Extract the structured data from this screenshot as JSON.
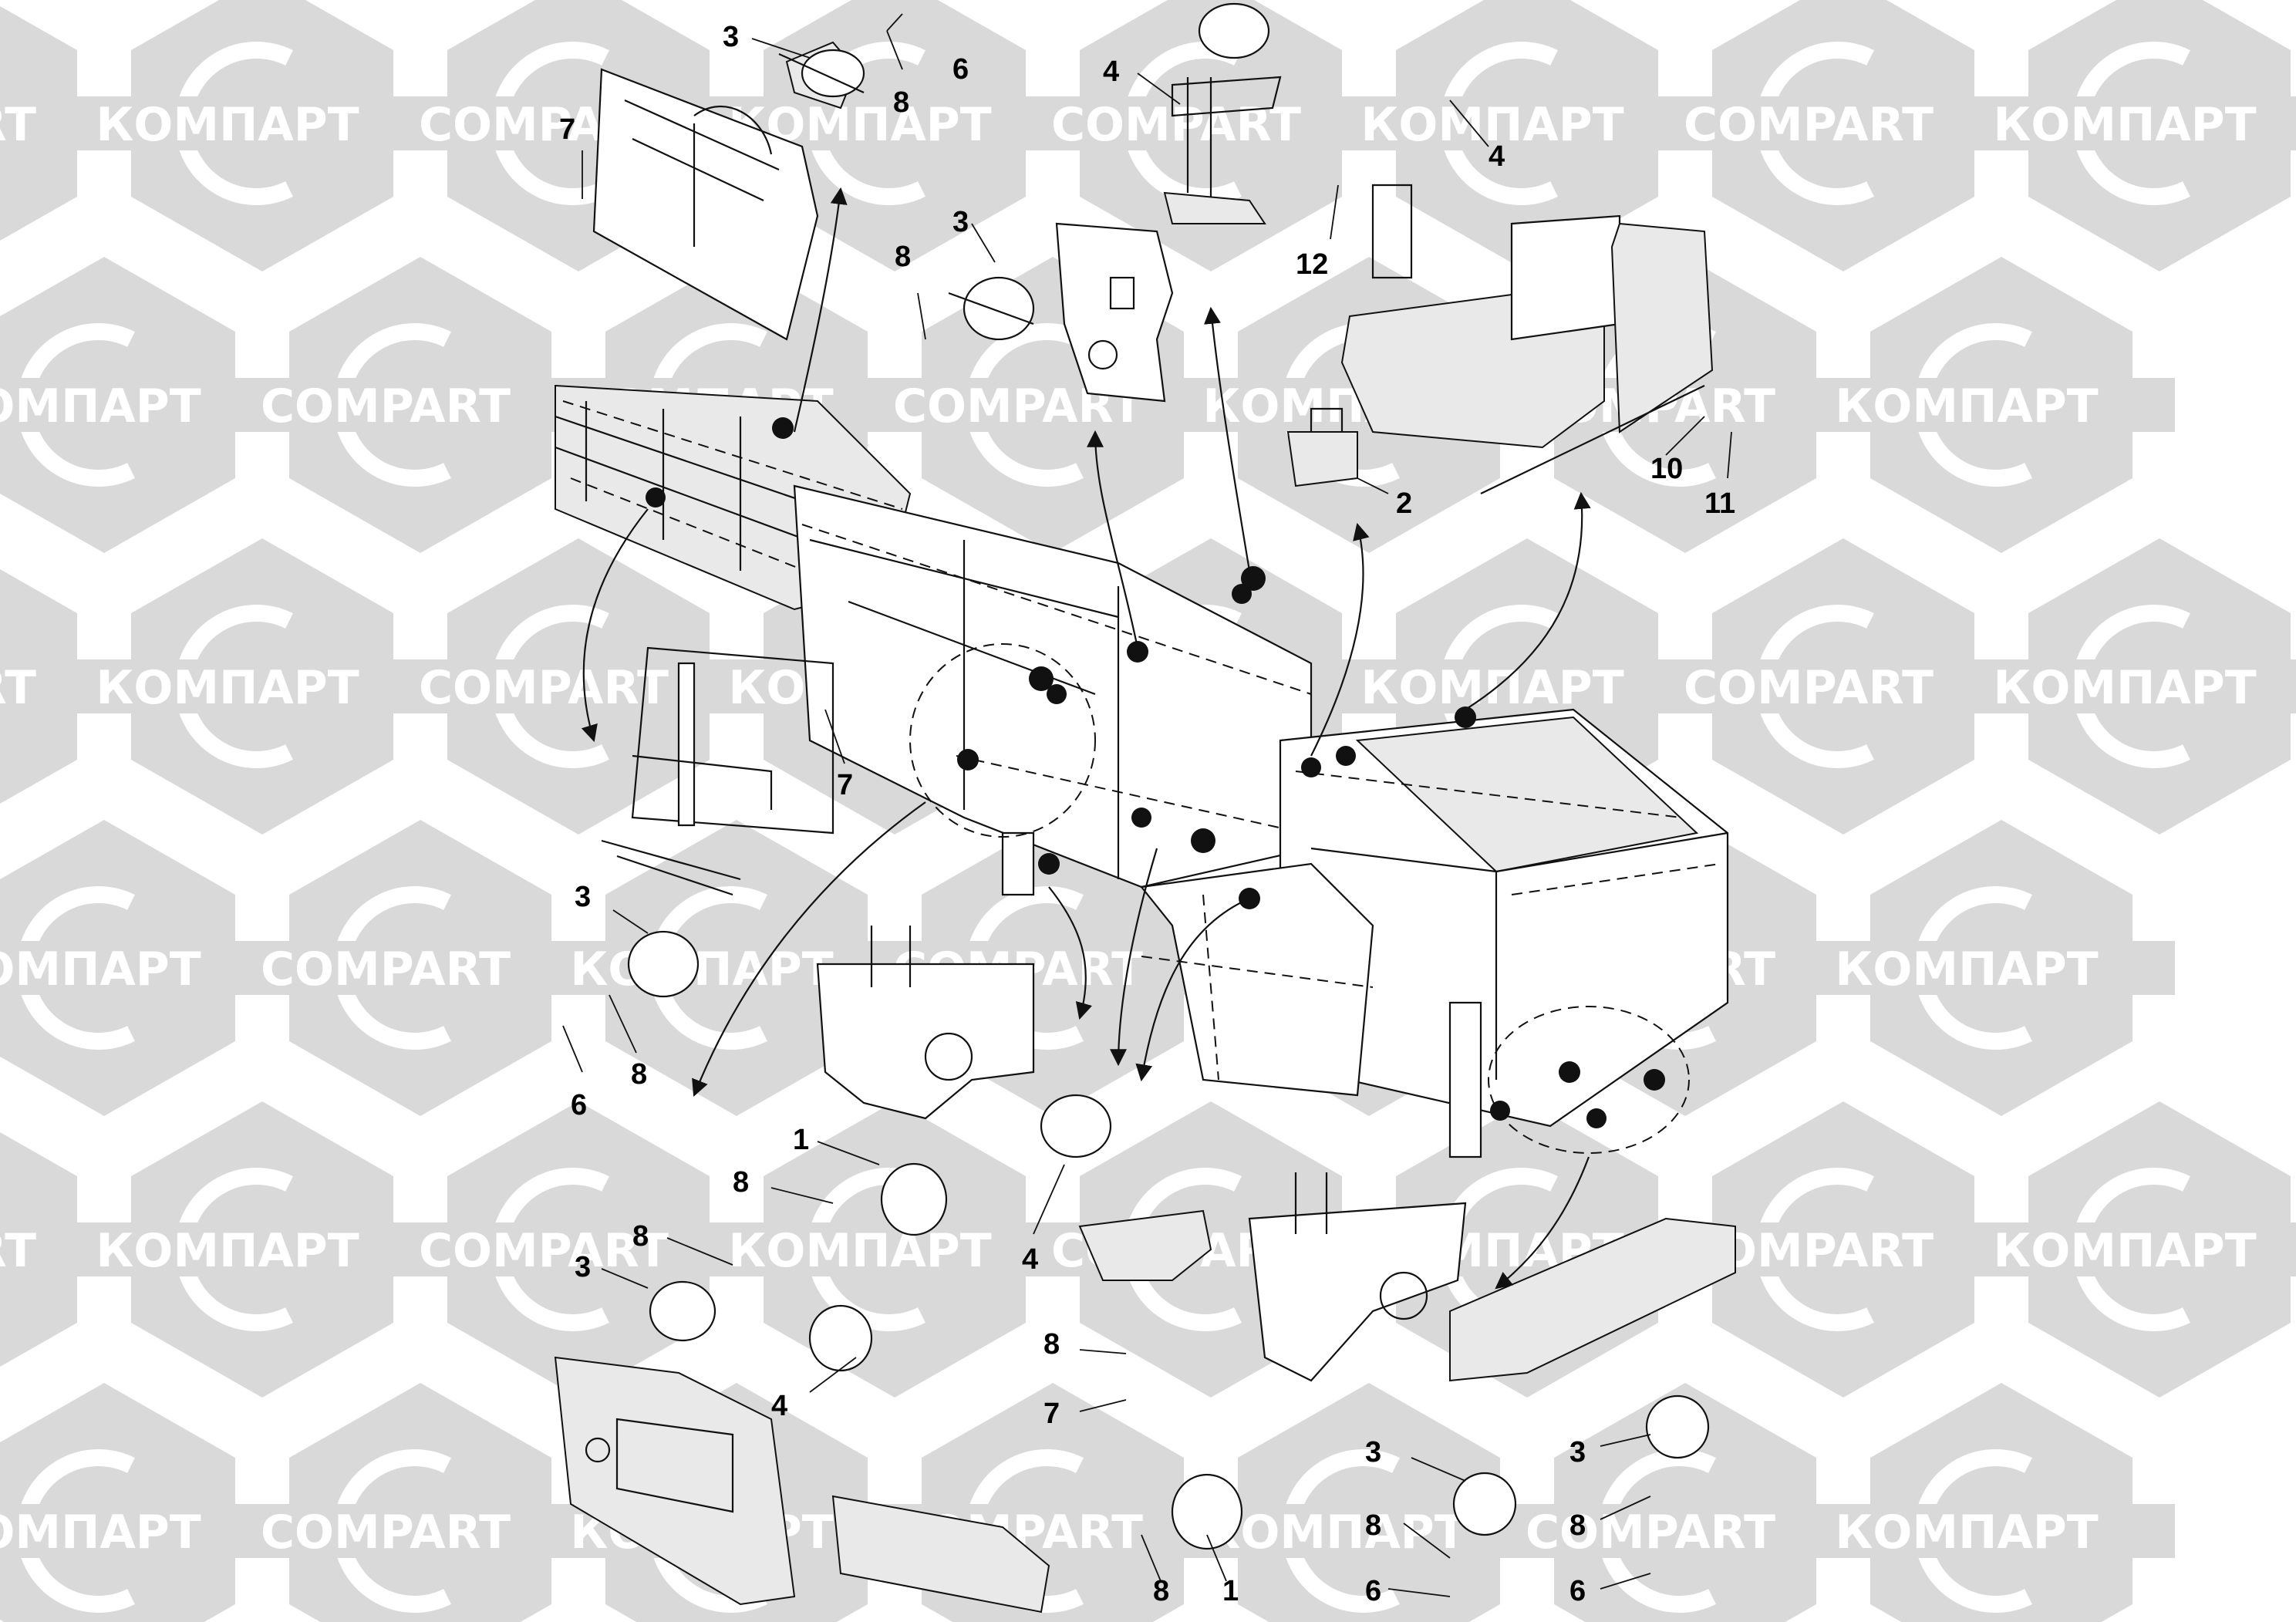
{
  "watermarks": [
    {
      "brand": "COMPART",
      "alt": "КОМПАРТ"
    }
  ],
  "callouts": [
    {
      "id": "c1",
      "label": "3"
    },
    {
      "id": "c2",
      "label": "6"
    },
    {
      "id": "c3",
      "label": "8"
    },
    {
      "id": "c4",
      "label": "7"
    },
    {
      "id": "c5",
      "label": "4"
    },
    {
      "id": "c6",
      "label": "4"
    },
    {
      "id": "c7",
      "label": "3"
    },
    {
      "id": "c8",
      "label": "8"
    },
    {
      "id": "c9",
      "label": "12"
    },
    {
      "id": "c10",
      "label": "2"
    },
    {
      "id": "c11",
      "label": "10"
    },
    {
      "id": "c12",
      "label": "11"
    },
    {
      "id": "c13",
      "label": "7"
    },
    {
      "id": "c14",
      "label": "3"
    },
    {
      "id": "c15",
      "label": "6"
    },
    {
      "id": "c16",
      "label": "8"
    },
    {
      "id": "c17",
      "label": "1"
    },
    {
      "id": "c18",
      "label": "8"
    },
    {
      "id": "c19",
      "label": "4"
    },
    {
      "id": "c20",
      "label": "8"
    },
    {
      "id": "c21",
      "label": "3"
    },
    {
      "id": "c22",
      "label": "4"
    },
    {
      "id": "c23",
      "label": "8"
    },
    {
      "id": "c24",
      "label": "7"
    },
    {
      "id": "c25",
      "label": "3"
    },
    {
      "id": "c26",
      "label": "3"
    },
    {
      "id": "c27",
      "label": "8"
    },
    {
      "id": "c28",
      "label": "8"
    },
    {
      "id": "c29",
      "label": "6"
    },
    {
      "id": "c30",
      "label": "6"
    },
    {
      "id": "c31",
      "label": "8"
    },
    {
      "id": "c32",
      "label": "1"
    }
  ]
}
